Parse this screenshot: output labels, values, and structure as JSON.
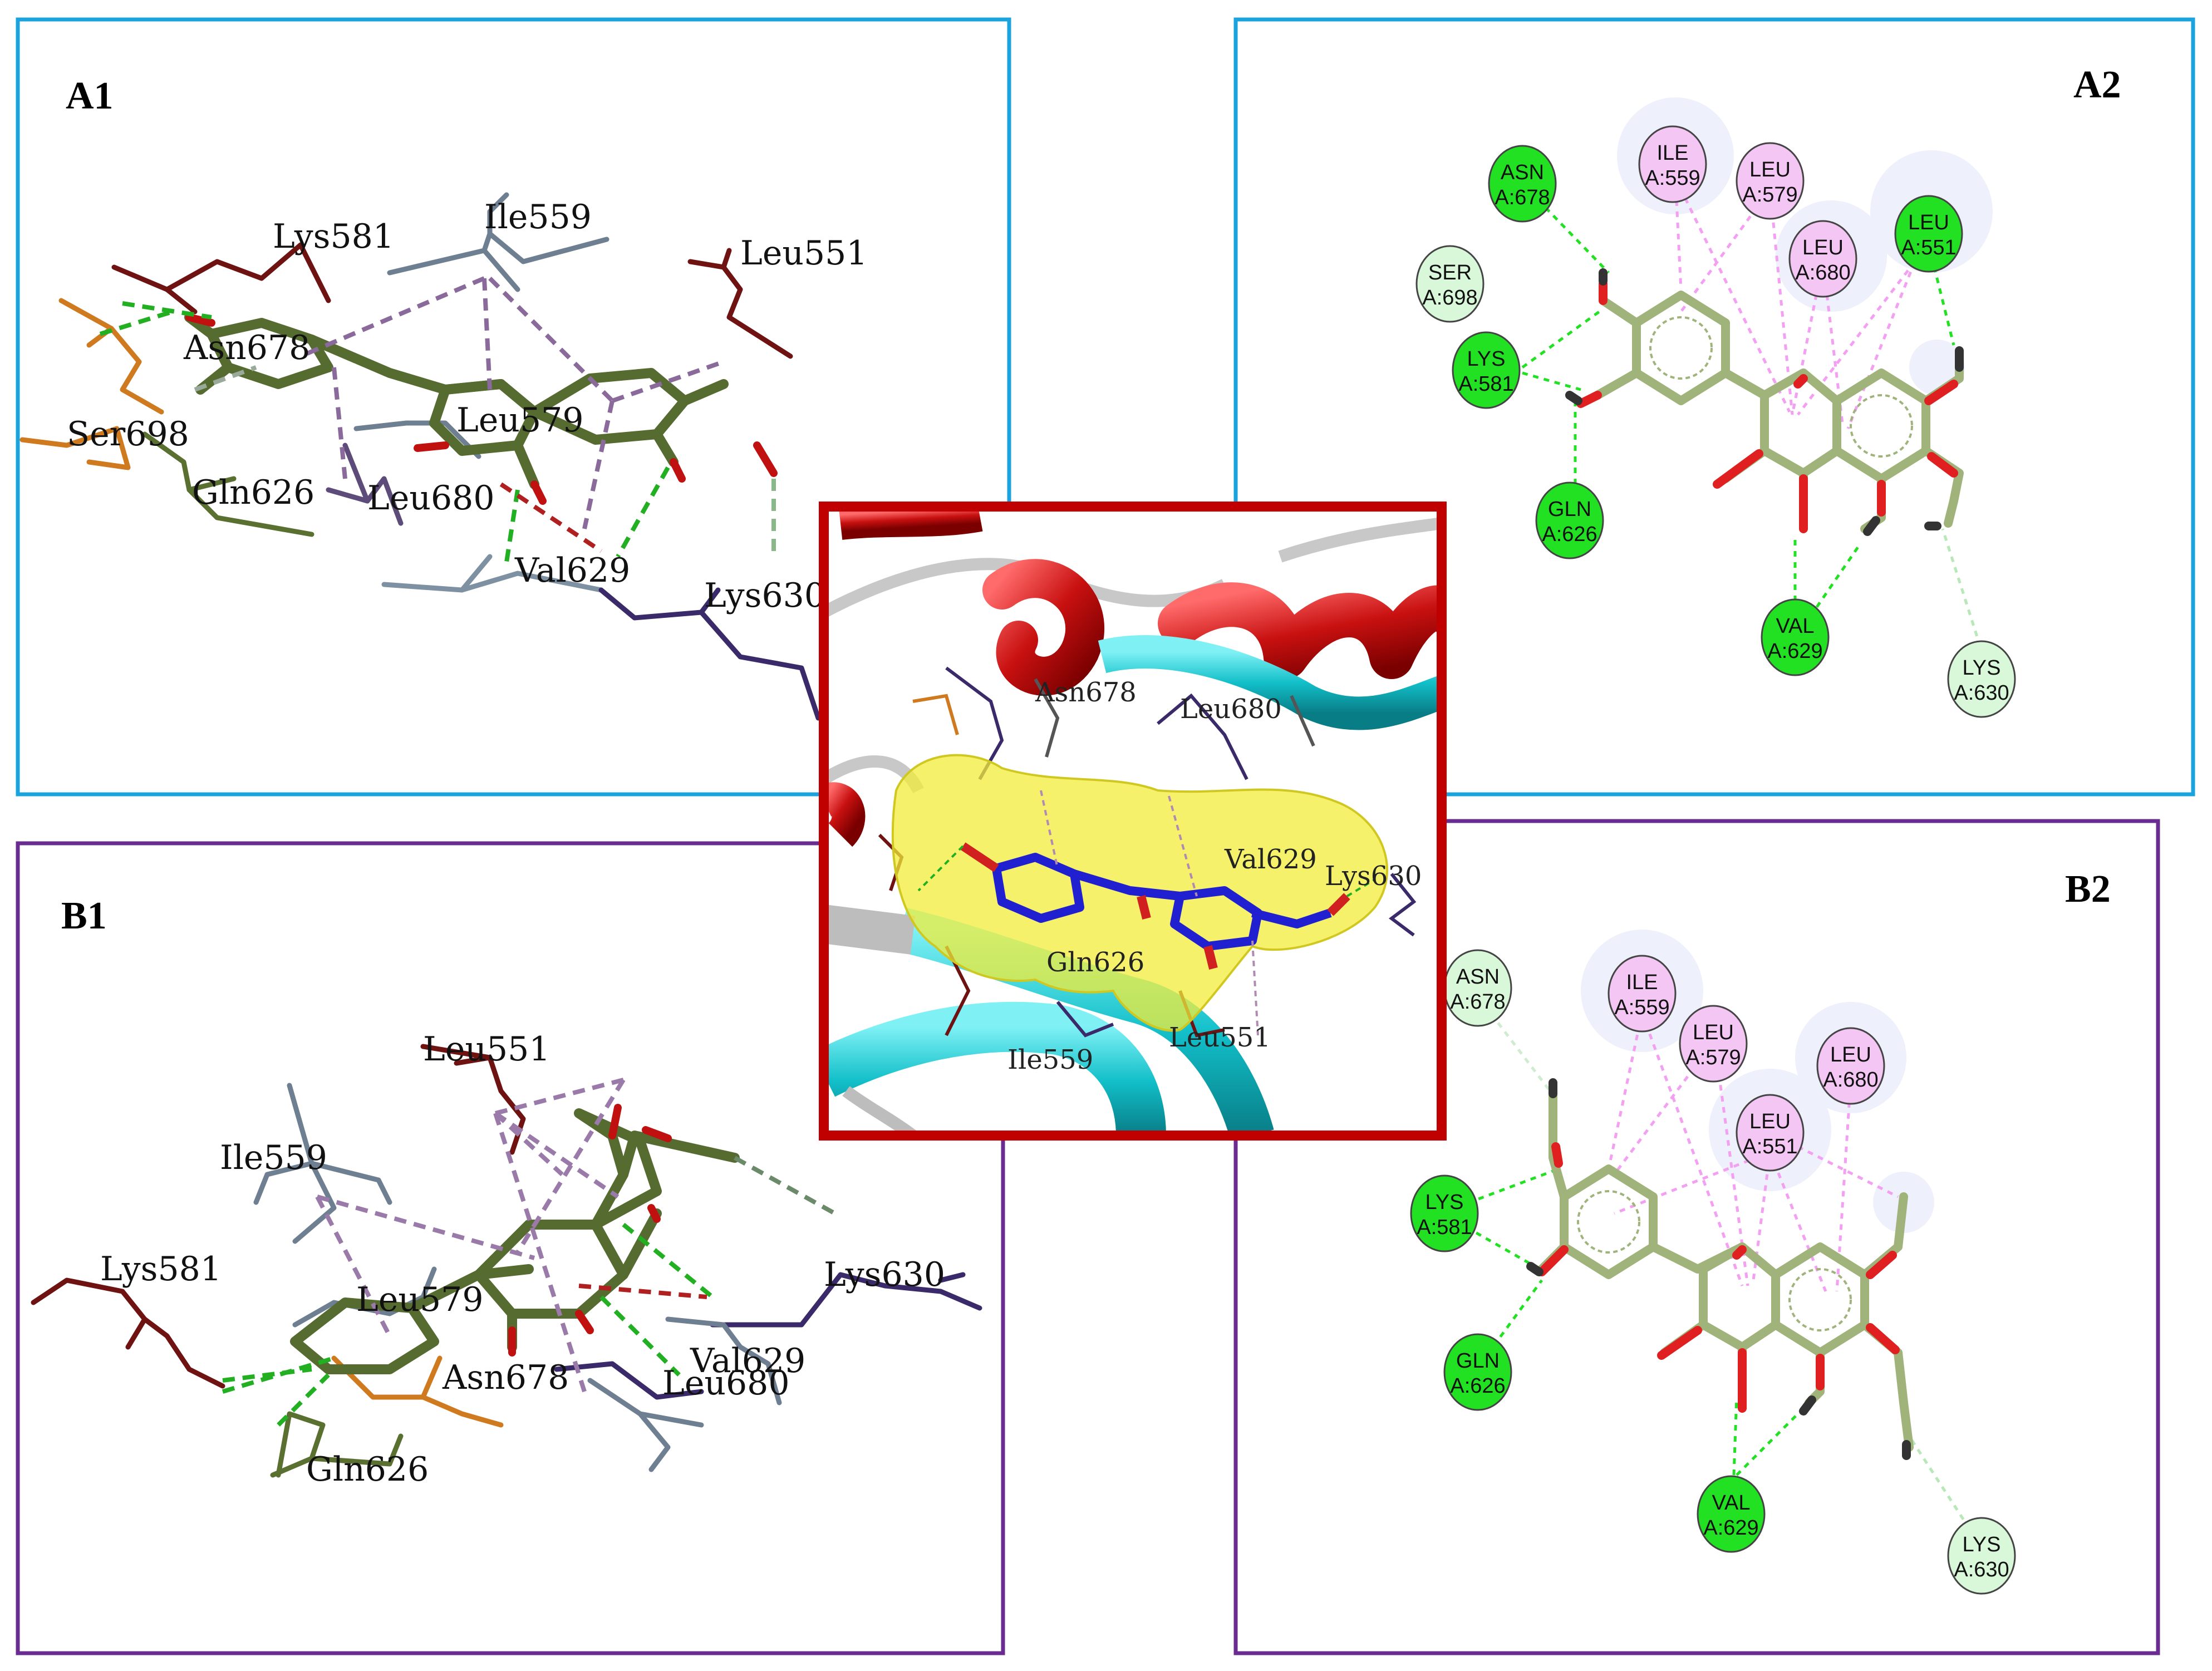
{
  "panels": {
    "A1": {
      "label": "A1",
      "border": "#1aa3dc"
    },
    "A2": {
      "label": "A2",
      "border": "#1aa3dc"
    },
    "B1": {
      "label": "B1",
      "border": "#6a2c91"
    },
    "B2": {
      "label": "B2",
      "border": "#6a2c91"
    },
    "center": {
      "border": "#c00000"
    }
  },
  "a1_labels": [
    "Lys581",
    "Ile559",
    "Leu551",
    "Asn678",
    "Ser698",
    "Leu579",
    "Gln626",
    "Leu680",
    "Val629",
    "Lys630"
  ],
  "b1_labels": [
    "Leu551",
    "Ile559",
    "Lys581",
    "Leu579",
    "Lys630",
    "Asn678",
    "Val629",
    "Leu680",
    "Gln626"
  ],
  "center_labels": [
    "Val629",
    "Lys630",
    "Asn678",
    "Gln626",
    "Ile559",
    "Leu551",
    "Leu680"
  ],
  "a2_residues": [
    {
      "name": "ASN",
      "chain": "A:678",
      "type": "hbond"
    },
    {
      "name": "SER",
      "chain": "A:698",
      "type": "weak"
    },
    {
      "name": "LYS",
      "chain": "A:581",
      "type": "hbond"
    },
    {
      "name": "GLN",
      "chain": "A:626",
      "type": "hbond"
    },
    {
      "name": "ILE",
      "chain": "A:559",
      "type": "alkyl"
    },
    {
      "name": "LEU",
      "chain": "A:579",
      "type": "alkyl"
    },
    {
      "name": "LEU",
      "chain": "A:680",
      "type": "alkyl"
    },
    {
      "name": "LEU",
      "chain": "A:551",
      "type": "hbond"
    },
    {
      "name": "VAL",
      "chain": "A:629",
      "type": "hbond"
    },
    {
      "name": "LYS",
      "chain": "A:630",
      "type": "weak"
    }
  ],
  "b2_residues": [
    {
      "name": "ASN",
      "chain": "A:678",
      "type": "weak"
    },
    {
      "name": "ILE",
      "chain": "A:559",
      "type": "alkyl"
    },
    {
      "name": "LEU",
      "chain": "A:579",
      "type": "alkyl"
    },
    {
      "name": "LEU",
      "chain": "A:680",
      "type": "alkyl"
    },
    {
      "name": "LEU",
      "chain": "A:551",
      "type": "alkyl"
    },
    {
      "name": "LYS",
      "chain": "A:581",
      "type": "hbond"
    },
    {
      "name": "GLN",
      "chain": "A:626",
      "type": "hbond"
    },
    {
      "name": "VAL",
      "chain": "A:629",
      "type": "hbond"
    },
    {
      "name": "LYS",
      "chain": "A:630",
      "type": "weak"
    }
  ],
  "colors": {
    "hbond": "#22e022",
    "weak": "#d9f7d9",
    "alkyl": "#f3c6f3",
    "ligand": "#9fb37a",
    "oxygen": "#e02020",
    "ribbon_helix": "#c81010",
    "ribbon_sheet": "#12bfc9",
    "surface": "#f2ec3a"
  }
}
